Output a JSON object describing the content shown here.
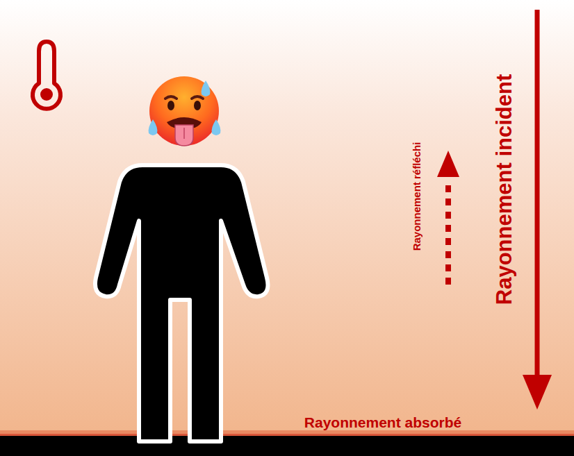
{
  "diagram": {
    "labels": [
      "Rayonnement incident",
      "Rayonnement réfléchi",
      "Rayonnement absorbé"
    ]
  }
}
